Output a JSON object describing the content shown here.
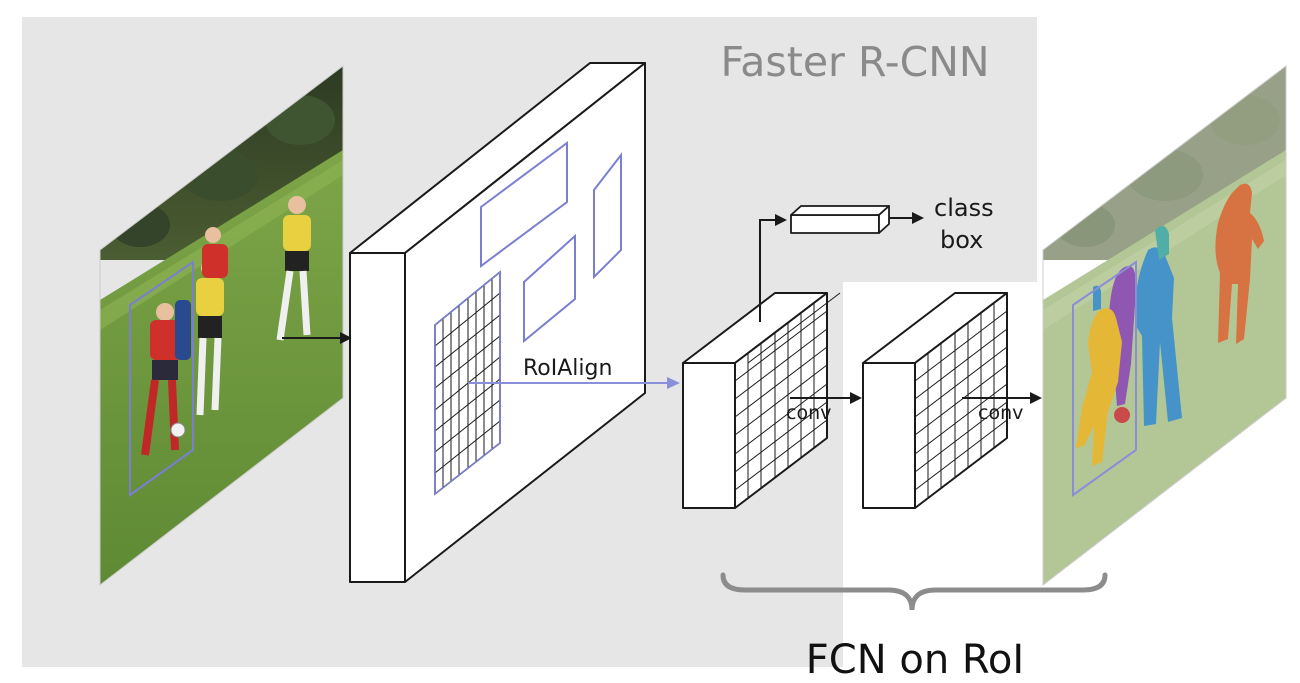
{
  "title": "Faster R-CNN",
  "labels": {
    "roialign": "RoIAlign",
    "conv_1": "conv",
    "conv_2": "conv",
    "class": "class",
    "box": "box",
    "fcn_on_roi": "FCN on RoI"
  },
  "colors": {
    "background": "#ffffff",
    "faster_rcnn_region": "#e6e6e6",
    "title_text": "#8a8a8a",
    "outline": "#1a1a1a",
    "roi_box": "#7a7fd1",
    "roialign_arrow": "#8a8fdc",
    "brace": "#8c8c8c",
    "mask_orange": "#d2602a",
    "mask_blue": "#2c84c2",
    "mask_purple": "#8040a8",
    "mask_yellow": "#e2ad1c",
    "mask_teal": "#3aa39a"
  },
  "images": {
    "input": "soccer-photo",
    "output": "soccer-photo-with-instance-masks"
  }
}
